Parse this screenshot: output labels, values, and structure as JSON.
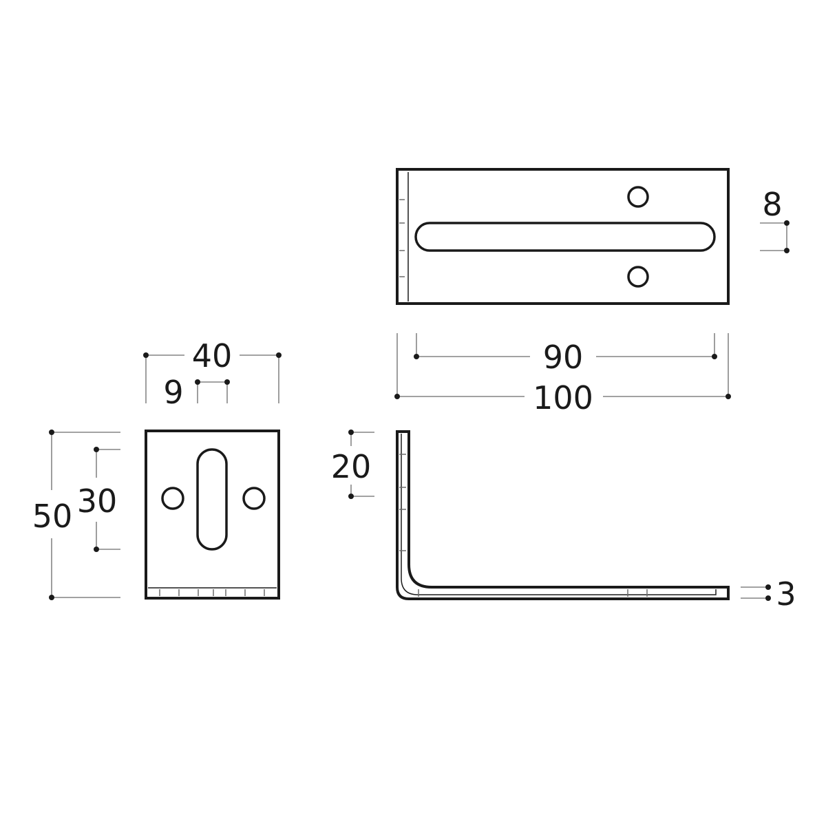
{
  "dimensions": {
    "top_width": "40",
    "top_slot_width": "9",
    "left_total_height": "50",
    "left_slot_height": "30",
    "plan_slot_width": "8",
    "plan_hole_spacing": "90",
    "plan_total_length": "100",
    "side_upstand_height": "20",
    "side_thickness": "3"
  }
}
